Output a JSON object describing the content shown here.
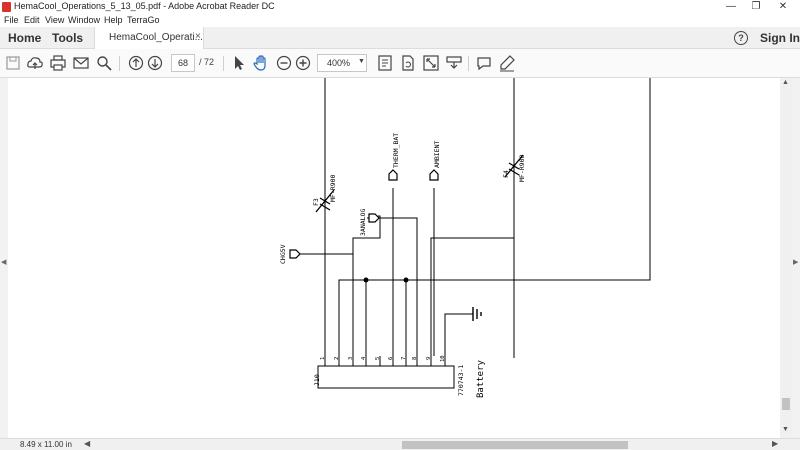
{
  "window": {
    "title": "HemaCool_Operations_5_13_05.pdf - Adobe Acrobat Reader DC",
    "controls": {
      "minimize": "—",
      "restore": "❐",
      "close": "✕"
    }
  },
  "menu": {
    "items": [
      "File",
      "Edit",
      "View",
      "Window",
      "Help",
      "TerraGo"
    ]
  },
  "tabs": {
    "home": "Home",
    "tools": "Tools",
    "document": "HemaCool_Operati...",
    "close": "×",
    "help": "?",
    "sign_in": "Sign In"
  },
  "toolbar": {
    "page_current": "68",
    "page_total": "/ 72",
    "zoom": "400%",
    "zoom_caret": "▼"
  },
  "schematic": {
    "labels": {
      "therm_bat": "THERM_BAT",
      "ambient": "AMBIENT",
      "f4": "F4",
      "f4_part": "MF-R900",
      "f3": "F3",
      "f3_part": "MF-R900",
      "analog": "3ANALOG",
      "chg": "CHG5V",
      "j10": "J10",
      "part": "770743-1",
      "battery": "Battery"
    },
    "pins": [
      "1",
      "2",
      "3",
      "4",
      "5",
      "6",
      "7",
      "8",
      "9",
      "10"
    ]
  },
  "status": {
    "page_size": "8.49 x 11.00 in"
  },
  "scroll": {
    "left": "◀",
    "right": "▶",
    "up": "▲",
    "down": "▼",
    "side_left": "◀",
    "side_right": "▶"
  }
}
